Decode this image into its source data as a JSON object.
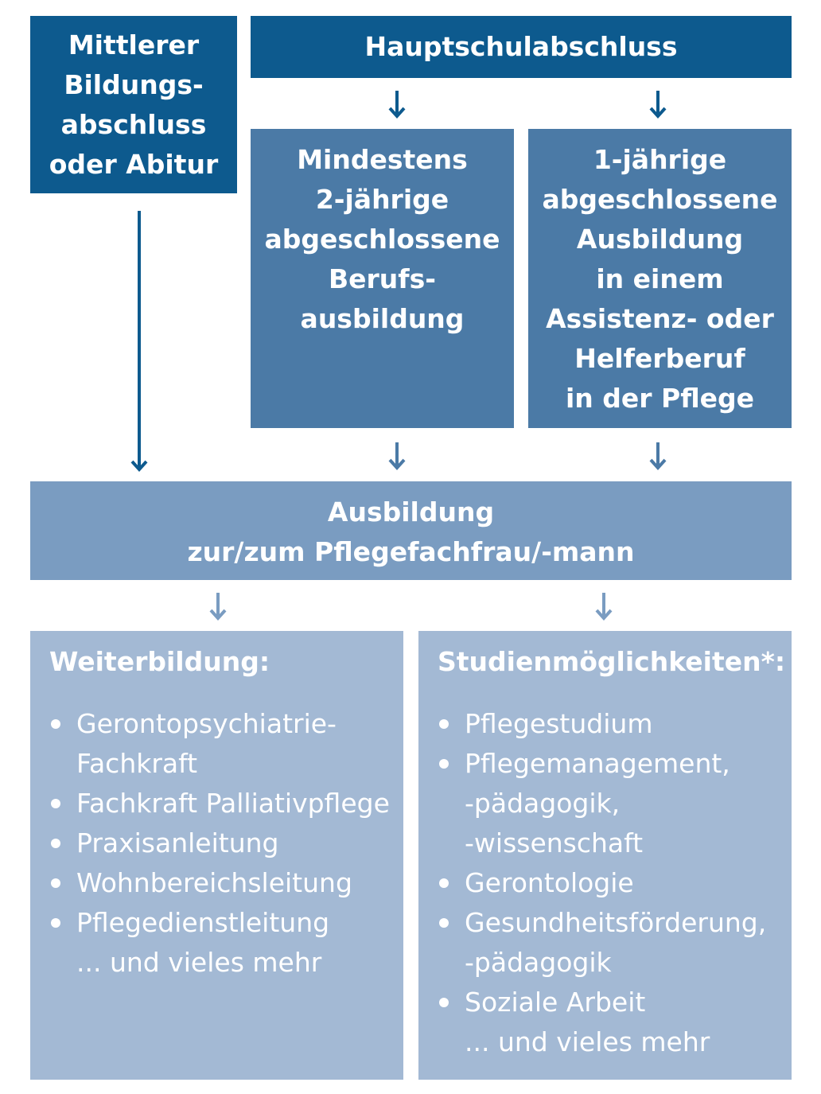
{
  "colors": {
    "dark": "#0d5a8e",
    "mid": "#4b7aa6",
    "light": "#7a9cc1",
    "pale": "#a3b9d4",
    "text": "#ffffff"
  },
  "boxes": {
    "mittlerer": {
      "lines": [
        "Mittlerer",
        "Bildungs-",
        "abschluss",
        "oder Abitur"
      ]
    },
    "hauptschul": {
      "label": "Hauptschulabschluss"
    },
    "mindestens": {
      "lines": [
        "Mindestens",
        "2-jährige",
        "abgeschlossene",
        "Berufs-",
        "ausbildung"
      ]
    },
    "einjaehrig": {
      "lines": [
        "1-jährige",
        "abgeschlossene",
        "Ausbildung",
        "in einem",
        "Assistenz- oder",
        "Helferberuf",
        "in der Pflege"
      ]
    },
    "ausbildung": {
      "lines": [
        "Ausbildung",
        "zur/zum Pflegefachfrau/-mann"
      ]
    },
    "weiterbildung": {
      "heading": "Weiterbildung:",
      "items": [
        [
          "Gerontopsychiatrie-",
          "Fachkraft"
        ],
        [
          "Fachkraft Palliativpflege"
        ],
        [
          "Praxisanleitung"
        ],
        [
          "Wohnbereichsleitung"
        ],
        [
          "Pflegedienstleitung"
        ]
      ],
      "more": "... und vieles mehr"
    },
    "studien": {
      "heading": "Studienmöglichkeiten*:",
      "items": [
        [
          "Pflegestudium"
        ],
        [
          "Pflegemanagement,",
          "-pädagogik,",
          "-wissenschaft"
        ],
        [
          "Gerontologie"
        ],
        [
          "Gesundheitsförderung,",
          "-pädagogik"
        ],
        [
          "Soziale Arbeit"
        ]
      ],
      "more": "... und vieles mehr"
    }
  }
}
